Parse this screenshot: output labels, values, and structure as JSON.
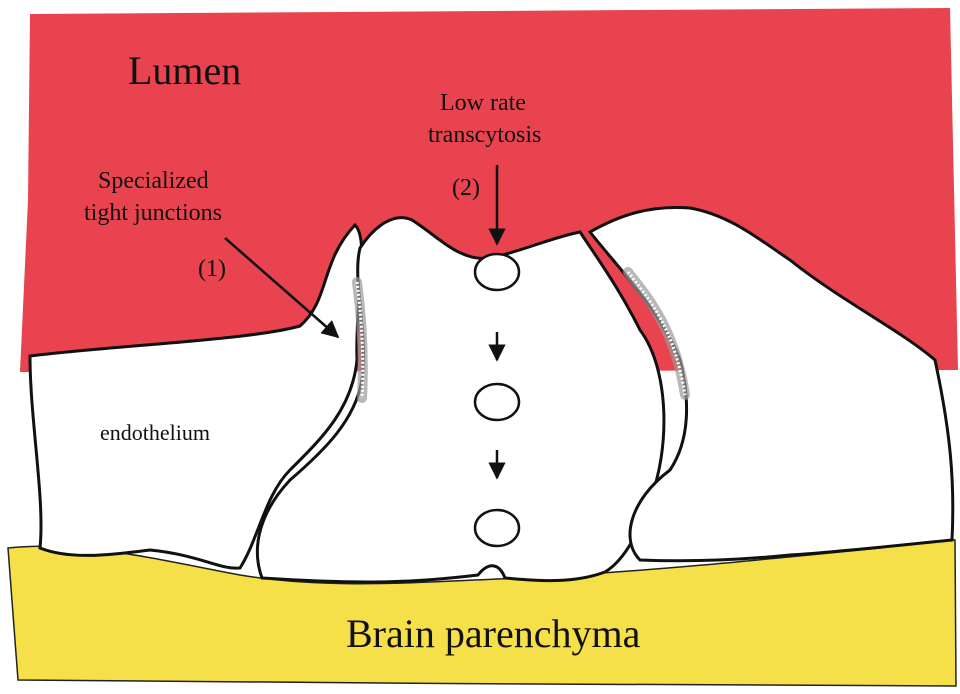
{
  "labels": {
    "lumen": "Lumen",
    "tight_junctions_line1": "Specialized",
    "tight_junctions_line2": "tight junctions",
    "tight_junctions_marker": "(1)",
    "transcytosis_line1": "Low rate",
    "transcytosis_line2": "transcytosis",
    "transcytosis_marker": "(2)",
    "endothelium": "endothelium",
    "brain": "Brain parenchyma"
  },
  "colors": {
    "lumen": "#e8434e",
    "brain": "#f6e04a",
    "cell": "#ffffff",
    "outline": "#111111",
    "junction_shadow": "#9a9a9a"
  }
}
